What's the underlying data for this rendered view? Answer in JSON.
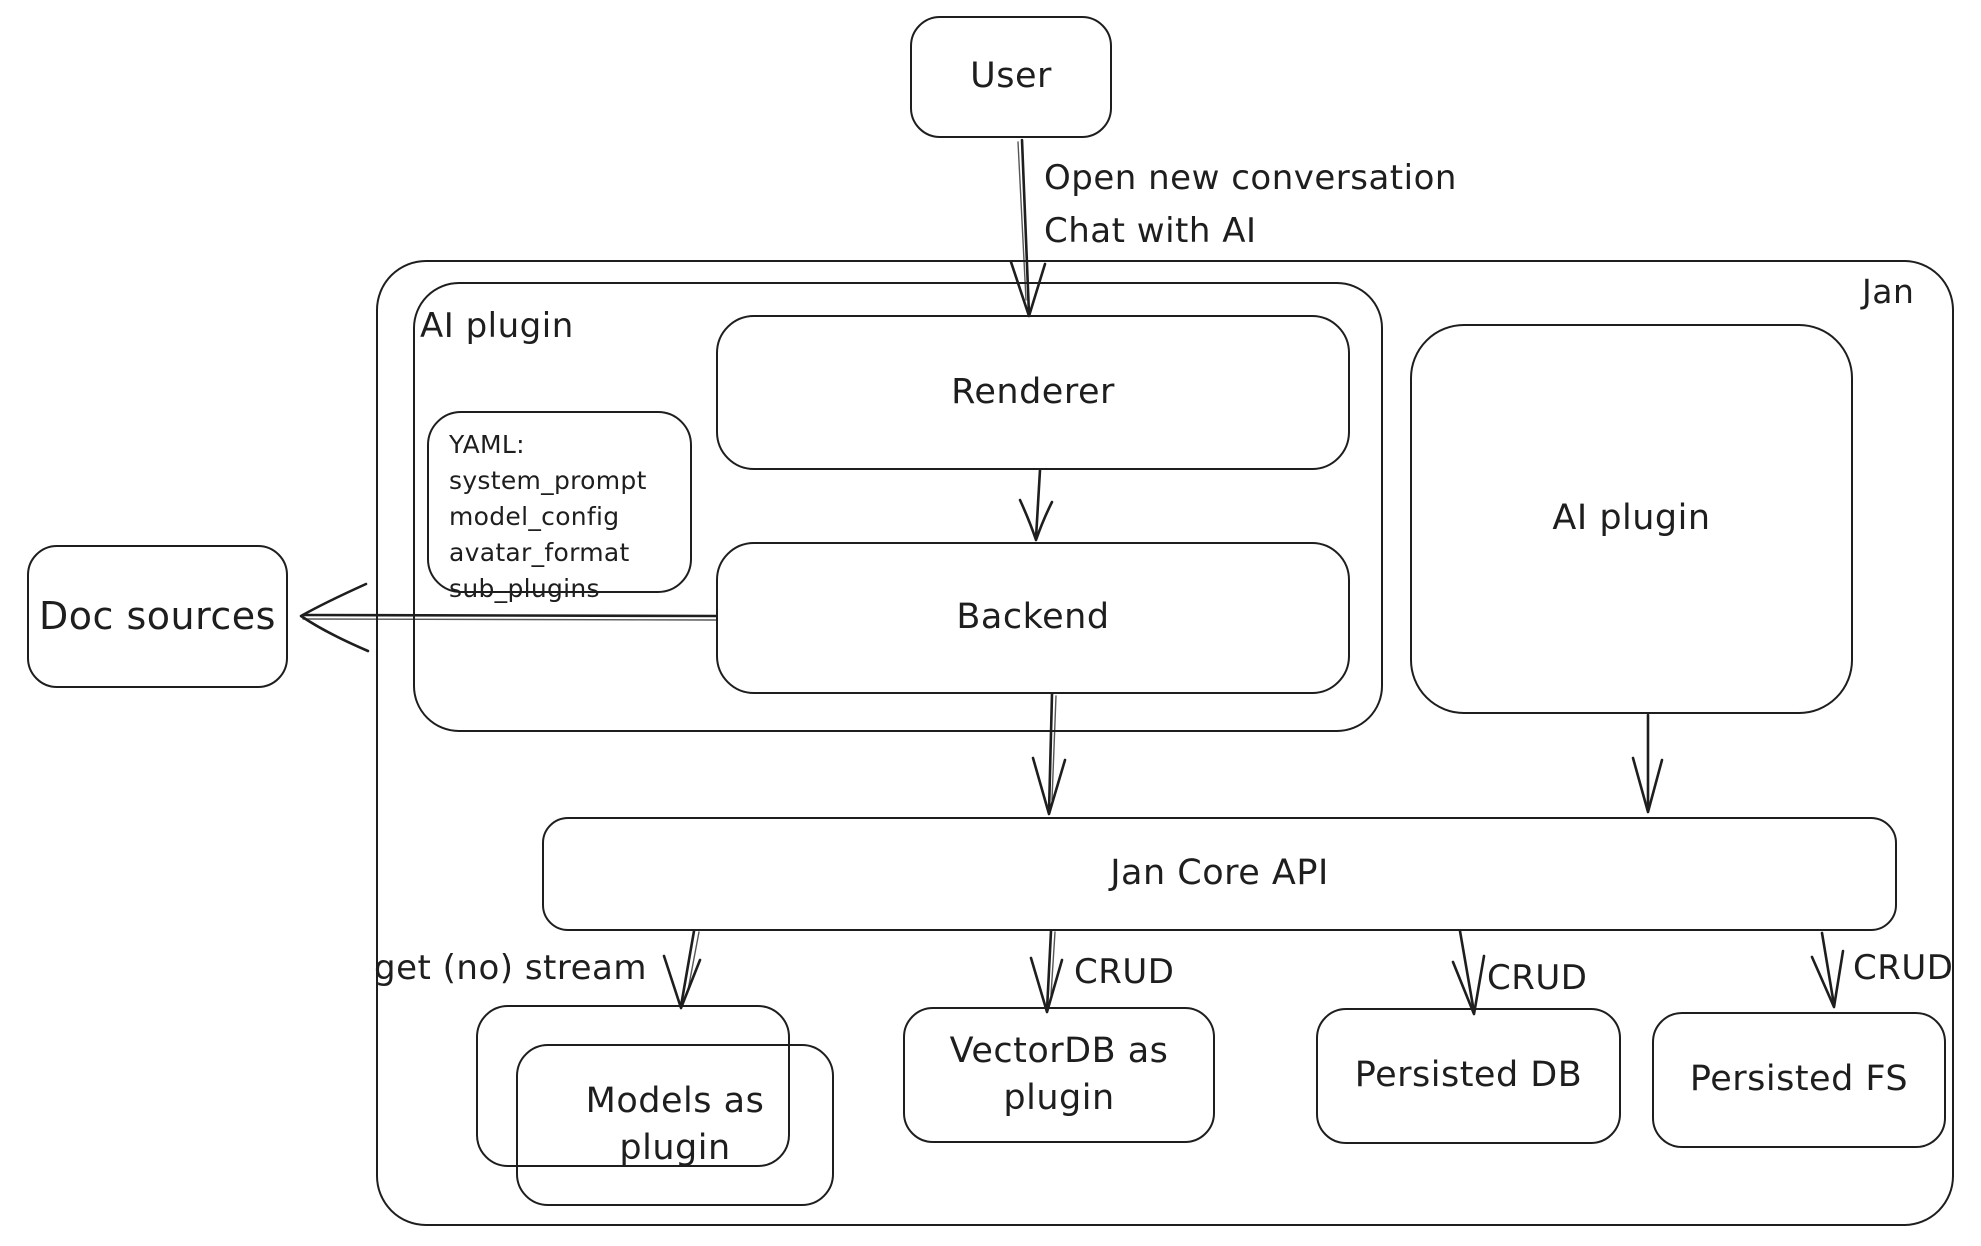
{
  "diagram": {
    "title": "Jan",
    "colors": {
      "stroke": "#1e1e1e",
      "background": "#ffffff"
    },
    "nodes": {
      "user": {
        "label": "User"
      },
      "doc_sources": {
        "label": "Doc sources"
      },
      "ai_plugin_group": {
        "label": "AI plugin"
      },
      "renderer": {
        "label": "Renderer"
      },
      "backend": {
        "label": "Backend"
      },
      "yaml_note": {
        "title": "YAML:",
        "lines": [
          "system_prompt",
          "model_config",
          "avatar_format",
          "sub_plugins"
        ]
      },
      "ai_plugin_right": {
        "label": "AI plugin"
      },
      "jan_core_api": {
        "label": "Jan Core API"
      },
      "models_as_plugin": {
        "label": "Models as plugin"
      },
      "vectordb_as_plugin": {
        "label": "VectorDB as plugin"
      },
      "persisted_db": {
        "label": "Persisted DB"
      },
      "persisted_fs": {
        "label": "Persisted FS"
      }
    },
    "edges": {
      "user_to_renderer": {
        "label_line1": "Open new conversation",
        "label_line2": "Chat with AI"
      },
      "jan_core_to_models": {
        "label": "get (no) stream"
      },
      "jan_core_to_vectordb": {
        "label": "CRUD"
      },
      "jan_core_to_persisted_db": {
        "label": "CRUD"
      },
      "jan_core_to_persisted_fs": {
        "label": "CRUD"
      }
    }
  }
}
